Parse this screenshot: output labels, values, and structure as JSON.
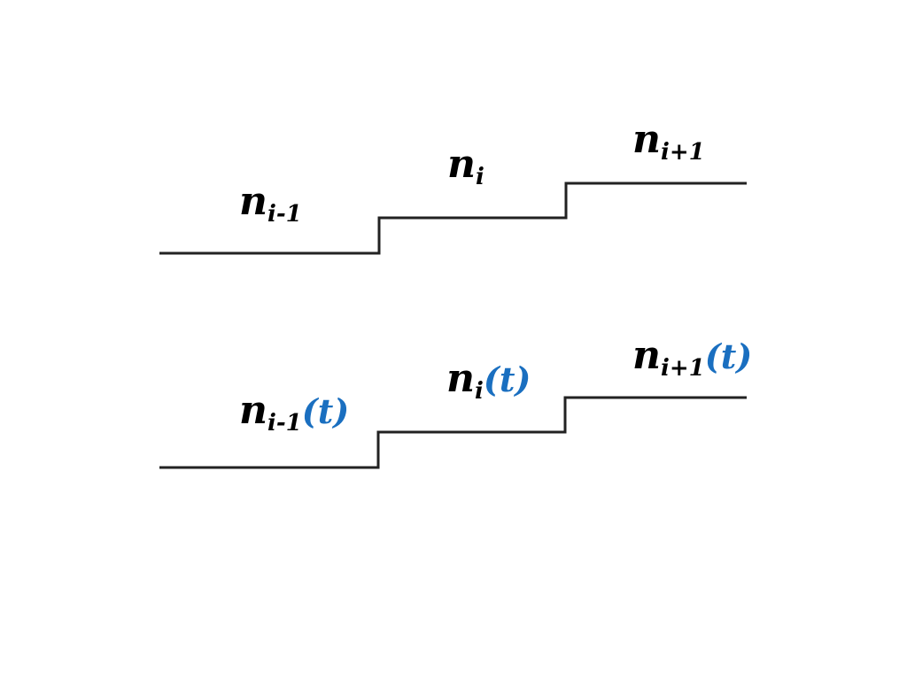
{
  "colors": {
    "line": "#222222",
    "label": "#000000",
    "time_arg": "#1a6fc0"
  },
  "top_profile": {
    "labels": [
      {
        "base": "n",
        "subscript": "i-1"
      },
      {
        "base": "n",
        "subscript": "i"
      },
      {
        "base": "n",
        "subscript": "i+1"
      }
    ]
  },
  "bottom_profile": {
    "labels": [
      {
        "base": "n",
        "subscript": "i-1",
        "arg": "(t)"
      },
      {
        "base": "n",
        "subscript": "i",
        "arg": "(t)"
      },
      {
        "base": "n",
        "subscript": "i+1",
        "arg": "(t)"
      }
    ]
  }
}
